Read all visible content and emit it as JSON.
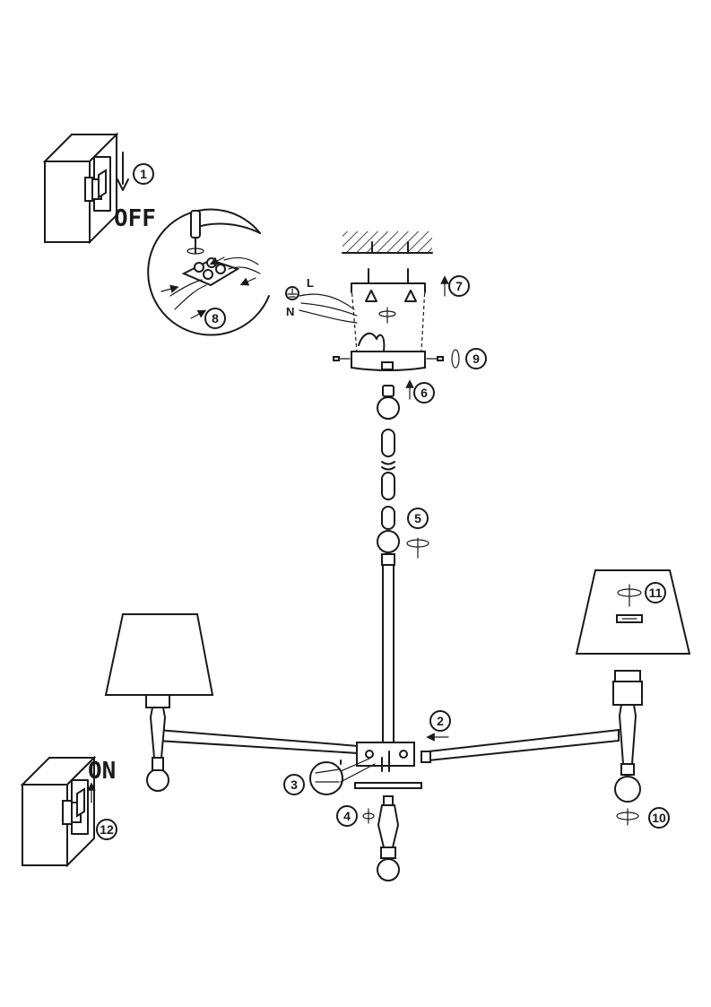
{
  "switch_off": {
    "label": "OFF"
  },
  "switch_on": {
    "label": "ON"
  },
  "wire_labels": {
    "live": "L",
    "neutral": "N"
  },
  "steps": [
    "1",
    "2",
    "3",
    "4",
    "5",
    "6",
    "7",
    "8",
    "9",
    "10",
    "11",
    "12"
  ]
}
